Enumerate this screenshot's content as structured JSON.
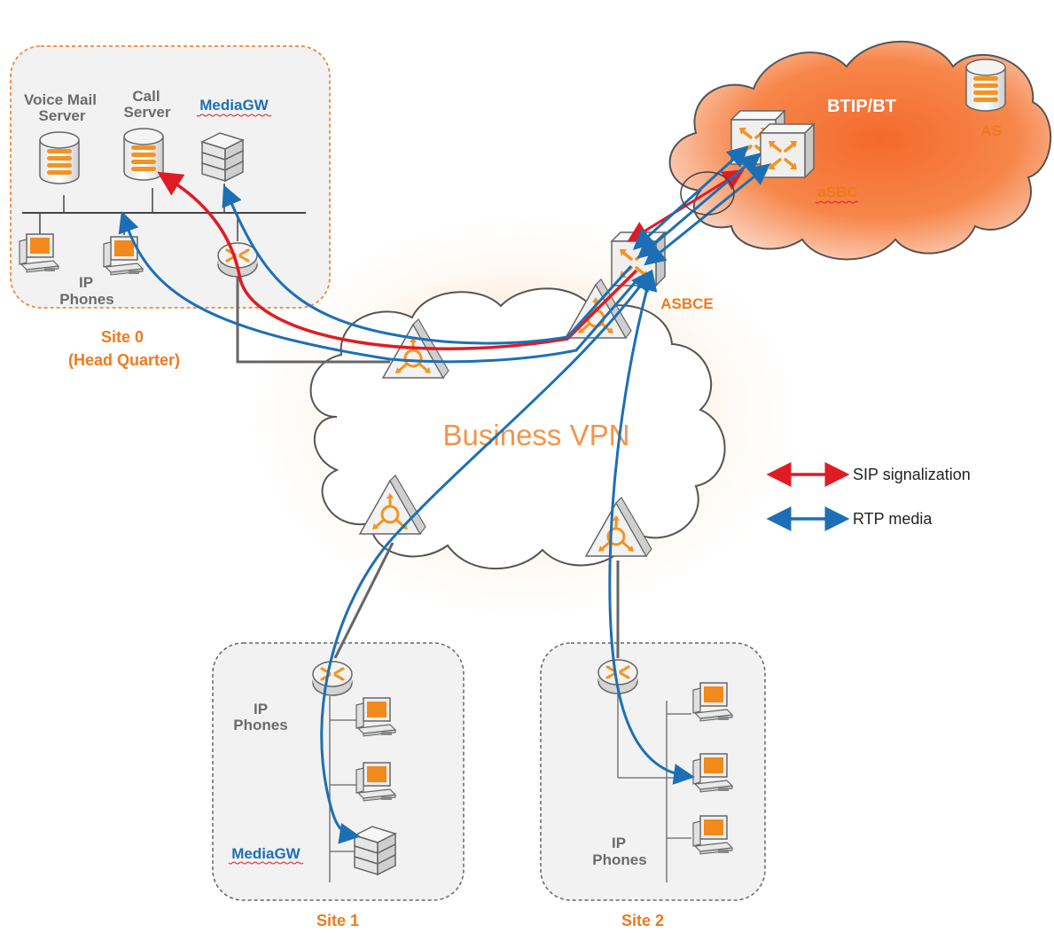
{
  "sites": {
    "site0": {
      "title": "Site 0",
      "subtitle": "(Head Quarter)",
      "voice_mail_line1": "Voice Mail",
      "voice_mail_line2": "Server",
      "call_line1": "Call",
      "call_line2": "Server",
      "media_gw": "MediaGW",
      "phones_line1": "IP",
      "phones_line2": "Phones"
    },
    "site1": {
      "title": "Site 1",
      "phones_line1": "IP",
      "phones_line2": "Phones",
      "media_gw": "MediaGW"
    },
    "site2": {
      "title": "Site 2",
      "phones_line1": "IP",
      "phones_line2": "Phones"
    }
  },
  "cloud": {
    "provider": "BTIP/BT",
    "as": "AS",
    "asbc": "aSBC",
    "asbce": "ASBCE",
    "vpn": "Business VPN"
  },
  "legend": {
    "sip": "SIP signalization",
    "rtp": "RTP media",
    "sip_color": "#e01b24",
    "rtp_color": "#1d6fb5"
  }
}
